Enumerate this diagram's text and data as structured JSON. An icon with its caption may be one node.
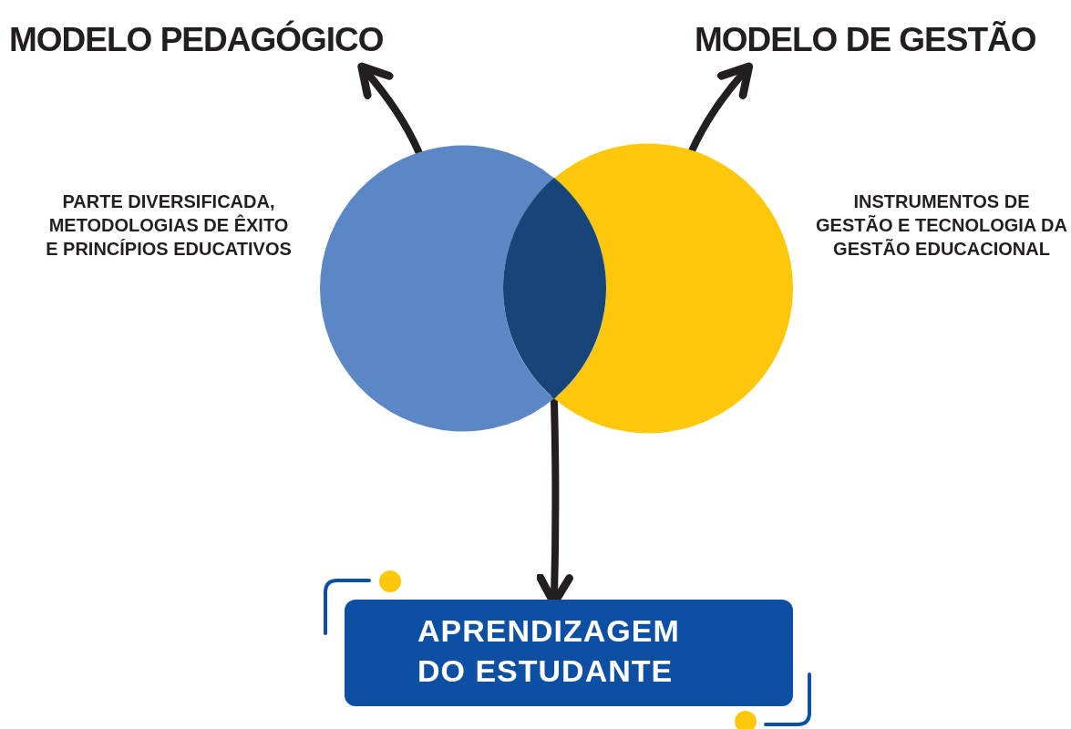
{
  "diagram": {
    "nodes": [
      {
        "text": [
          "MODELO PEDAGÓGICO"
        ]
      },
      {
        "text": [
          "MODELO DE GESTÃO"
        ]
      },
      {
        "text": [],
        "shape": "circle",
        "beside": [
          "PARTE DIVERSIFICADA, METODOLOGIAS DE ÊXITO E PRINCÍPIOS EDUCATIVOS"
        ]
      },
      {
        "text": [],
        "shape": "circle",
        "beside": [
          "INSTRUMENTOS DE GESTÃO E TECNOLOGIA DA GESTÃO EDUCACIONAL"
        ]
      },
      {
        "text": [],
        "shape": "lens"
      },
      {
        "text": [
          "APRENDIZAGEM DO ESTUDANTE"
        ]
      }
    ],
    "edges": [
      {
        "from": 2,
        "to": 0,
        "arrow": "to"
      },
      {
        "from": 3,
        "to": 1,
        "arrow": "to"
      },
      {
        "from": 4,
        "to": 5,
        "arrow": "to"
      }
    ]
  }
}
